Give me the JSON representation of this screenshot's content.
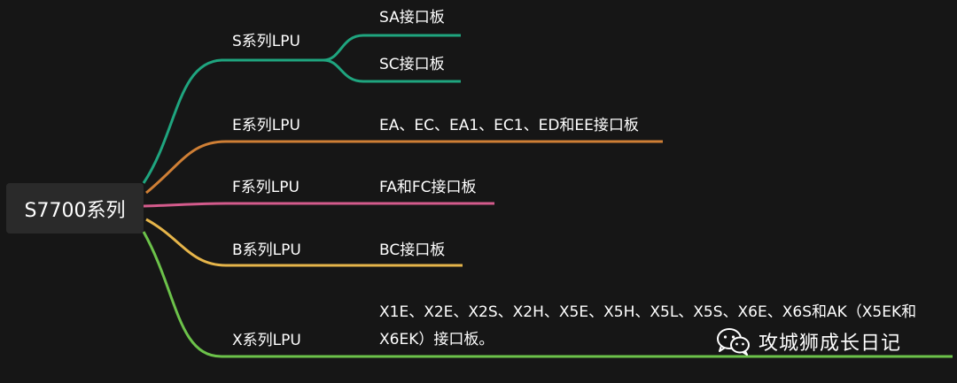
{
  "root": {
    "label": "S7700系列"
  },
  "branches": [
    {
      "label": "S系列LPU",
      "color": "#1fa57f",
      "leaves": [
        "SA接口板",
        "SC接口板"
      ]
    },
    {
      "label": "E系列LPU",
      "color": "#cf7f35",
      "leaves": [
        "EA、EC、EA1、EC1、ED和EE接口板"
      ]
    },
    {
      "label": "F系列LPU",
      "color": "#d45b8c",
      "leaves": [
        "FA和FC接口板"
      ]
    },
    {
      "label": "B系列LPU",
      "color": "#e6b54a",
      "leaves": [
        "BC接口板"
      ]
    },
    {
      "label": "X系列LPU",
      "color": "#6cc24a",
      "leaves": [
        "X1E、X2E、X2S、X2H、X5E、X5H、X5L、X5S、X6E、X6S和AK（X5EK和X6EK）接口板。"
      ]
    }
  ],
  "watermark": {
    "text": "攻城狮成长日记",
    "icon": "wechat-icon"
  }
}
